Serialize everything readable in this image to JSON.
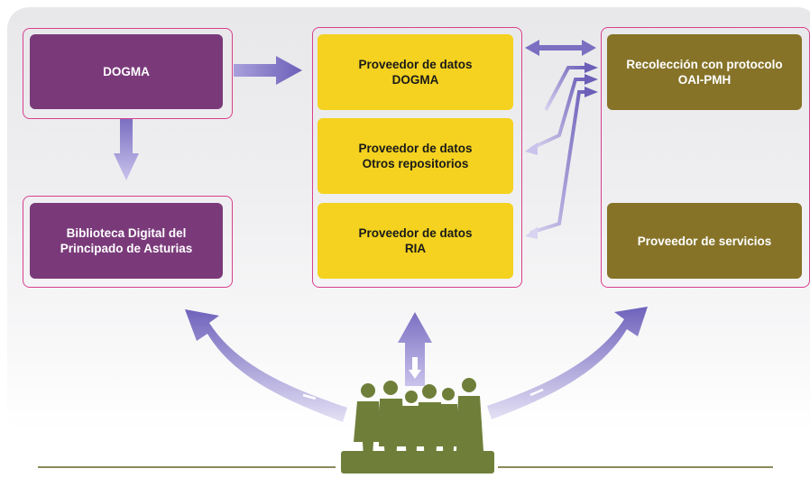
{
  "nodes": {
    "dogma": "DOGMA",
    "biblioteca_line1": "Biblioteca Digital del",
    "biblioteca_line2": "Principado de Asturias",
    "prov_dogma_line1": "Proveedor de datos",
    "prov_dogma_line2": "DOGMA",
    "prov_otros_line1": "Proveedor de datos",
    "prov_otros_line2": "Otros repositorios",
    "prov_ria_line1": "Proveedor de datos",
    "prov_ria_line2": "RIA",
    "recoleccion_line1": "Recolección con protocolo",
    "recoleccion_line2": "OAI-PMH",
    "proveedor_servicios": "Proveedor de servicios"
  },
  "colors": {
    "purple_box": "#7a3a7a",
    "yellow_box": "#f4d21f",
    "olive_box": "#867328",
    "frame_border": "#d8408c",
    "arrow": "#7b6fc2",
    "people": "#6f7f3a"
  },
  "icons": [
    "users-silhouette-icon",
    "arrow-right-icon",
    "arrow-down-icon",
    "double-arrow-icon",
    "curved-arrow-icon"
  ]
}
